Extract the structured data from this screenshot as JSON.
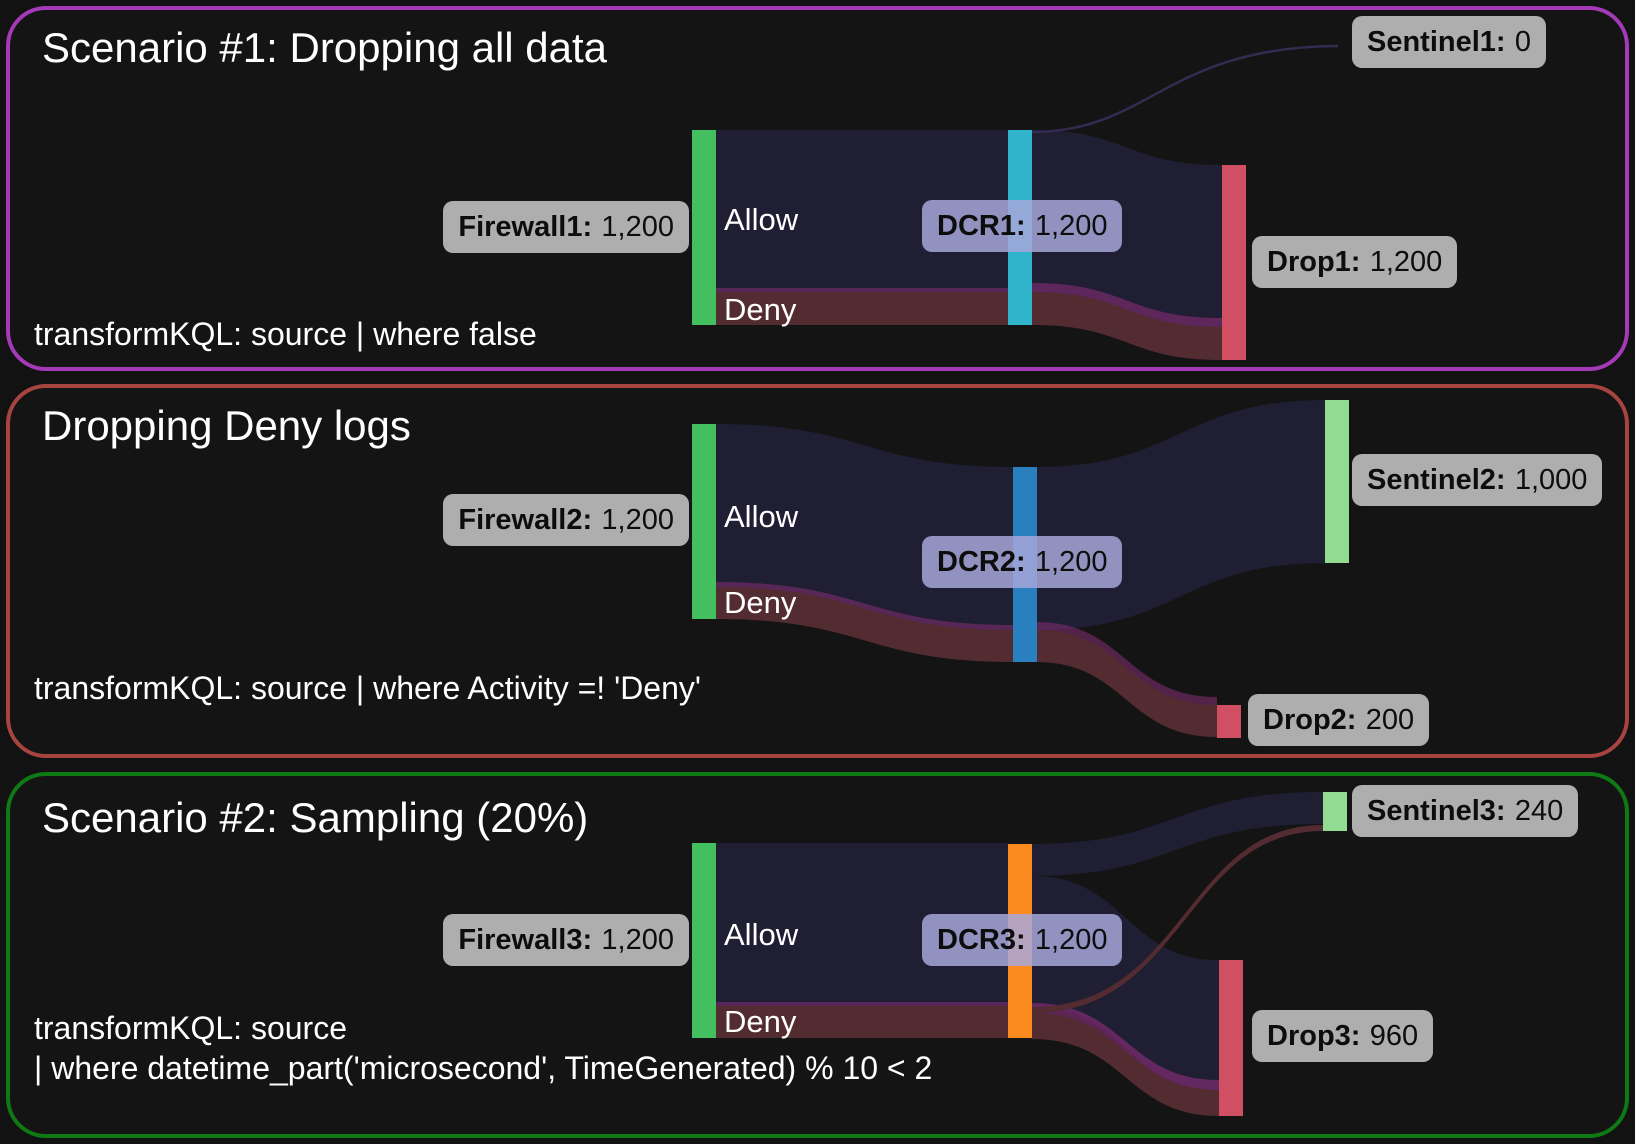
{
  "colors": {
    "background": "#121212",
    "panel1_border": "#a43ab8",
    "panel2_border": "#a84440",
    "panel3_border": "#0f7a14",
    "firewall_node": "#43bf60",
    "dcr1_node": "#30b4cc",
    "dcr2_node": "#2a7fbf",
    "dcr3_node": "#fb8b1e",
    "sentinel_node": "#92dc92",
    "drop_node": "#d04f63",
    "allow_flow": "#1f1e33",
    "deny_flow": "#532c31",
    "overlap_flow": "#8f2f7d",
    "label_chip": "#aeaeae",
    "dcr_label_chip": "#a7a7db"
  },
  "panels": [
    {
      "title": "Scenario #1: Dropping all data",
      "kql_lines": [
        "transformKQL: source | where false"
      ],
      "allow_label": "Allow",
      "deny_label": "Deny",
      "labels": {
        "firewall": {
          "name": "Firewall1:",
          "value": "1,200"
        },
        "dcr": {
          "name": "DCR1:",
          "value": "1,200"
        },
        "sentinel": {
          "name": "Sentinel1:",
          "value": "0"
        },
        "drop": {
          "name": "Drop1:",
          "value": "1,200"
        }
      }
    },
    {
      "title": "Dropping Deny logs",
      "kql_lines": [
        "transformKQL: source | where Activity =! 'Deny'"
      ],
      "allow_label": "Allow",
      "deny_label": "Deny",
      "labels": {
        "firewall": {
          "name": "Firewall2:",
          "value": "1,200"
        },
        "dcr": {
          "name": "DCR2:",
          "value": "1,200"
        },
        "sentinel": {
          "name": "Sentinel2:",
          "value": "1,000"
        },
        "drop": {
          "name": "Drop2:",
          "value": "200"
        }
      }
    },
    {
      "title": "Scenario #2: Sampling (20%)",
      "kql_lines": [
        "transformKQL: source",
        "| where datetime_part('microsecond', TimeGenerated) % 10 < 2"
      ],
      "allow_label": "Allow",
      "deny_label": "Deny",
      "labels": {
        "firewall": {
          "name": "Firewall3:",
          "value": "1,200"
        },
        "dcr": {
          "name": "DCR3:",
          "value": "1,200"
        },
        "sentinel": {
          "name": "Sentinel3:",
          "value": "240"
        },
        "drop": {
          "name": "Drop3:",
          "value": "960"
        }
      }
    }
  ],
  "chart_data": [
    {
      "type": "sankey",
      "title": "Scenario #1: Dropping all data",
      "annotation": "transformKQL: source | where false",
      "nodes": [
        {
          "id": "Firewall1",
          "total": 1200
        },
        {
          "id": "DCR1",
          "total": 1200
        },
        {
          "id": "Sentinel1",
          "total": 0
        },
        {
          "id": "Drop1",
          "total": 1200
        }
      ],
      "links": [
        {
          "source": "Firewall1",
          "target": "DCR1",
          "label": "Allow",
          "value": 1000
        },
        {
          "source": "Firewall1",
          "target": "DCR1",
          "label": "Deny",
          "value": 200
        },
        {
          "source": "DCR1",
          "target": "Sentinel1",
          "value": 0
        },
        {
          "source": "DCR1",
          "target": "Drop1",
          "label": "Allow",
          "value": 1000
        },
        {
          "source": "DCR1",
          "target": "Drop1",
          "label": "Deny",
          "value": 200
        }
      ]
    },
    {
      "type": "sankey",
      "title": "Dropping Deny logs",
      "annotation": "transformKQL: source | where Activity =! 'Deny'",
      "nodes": [
        {
          "id": "Firewall2",
          "total": 1200
        },
        {
          "id": "DCR2",
          "total": 1200
        },
        {
          "id": "Sentinel2",
          "total": 1000
        },
        {
          "id": "Drop2",
          "total": 200
        }
      ],
      "links": [
        {
          "source": "Firewall2",
          "target": "DCR2",
          "label": "Allow",
          "value": 1000
        },
        {
          "source": "Firewall2",
          "target": "DCR2",
          "label": "Deny",
          "value": 200
        },
        {
          "source": "DCR2",
          "target": "Sentinel2",
          "label": "Allow",
          "value": 1000
        },
        {
          "source": "DCR2",
          "target": "Drop2",
          "label": "Deny",
          "value": 200
        }
      ]
    },
    {
      "type": "sankey",
      "title": "Scenario #2: Sampling (20%)",
      "annotation": "transformKQL: source | where datetime_part('microsecond', TimeGenerated) % 10 < 2",
      "nodes": [
        {
          "id": "Firewall3",
          "total": 1200
        },
        {
          "id": "DCR3",
          "total": 1200
        },
        {
          "id": "Sentinel3",
          "total": 240
        },
        {
          "id": "Drop3",
          "total": 960
        }
      ],
      "links": [
        {
          "source": "Firewall3",
          "target": "DCR3",
          "label": "Allow",
          "value": 1000
        },
        {
          "source": "Firewall3",
          "target": "DCR3",
          "label": "Deny",
          "value": 200
        },
        {
          "source": "DCR3",
          "target": "Sentinel3",
          "label": "Allow",
          "value": 200
        },
        {
          "source": "DCR3",
          "target": "Sentinel3",
          "label": "Deny",
          "value": 40
        },
        {
          "source": "DCR3",
          "target": "Drop3",
          "label": "Allow",
          "value": 800
        },
        {
          "source": "DCR3",
          "target": "Drop3",
          "label": "Deny",
          "value": 160
        }
      ]
    }
  ]
}
